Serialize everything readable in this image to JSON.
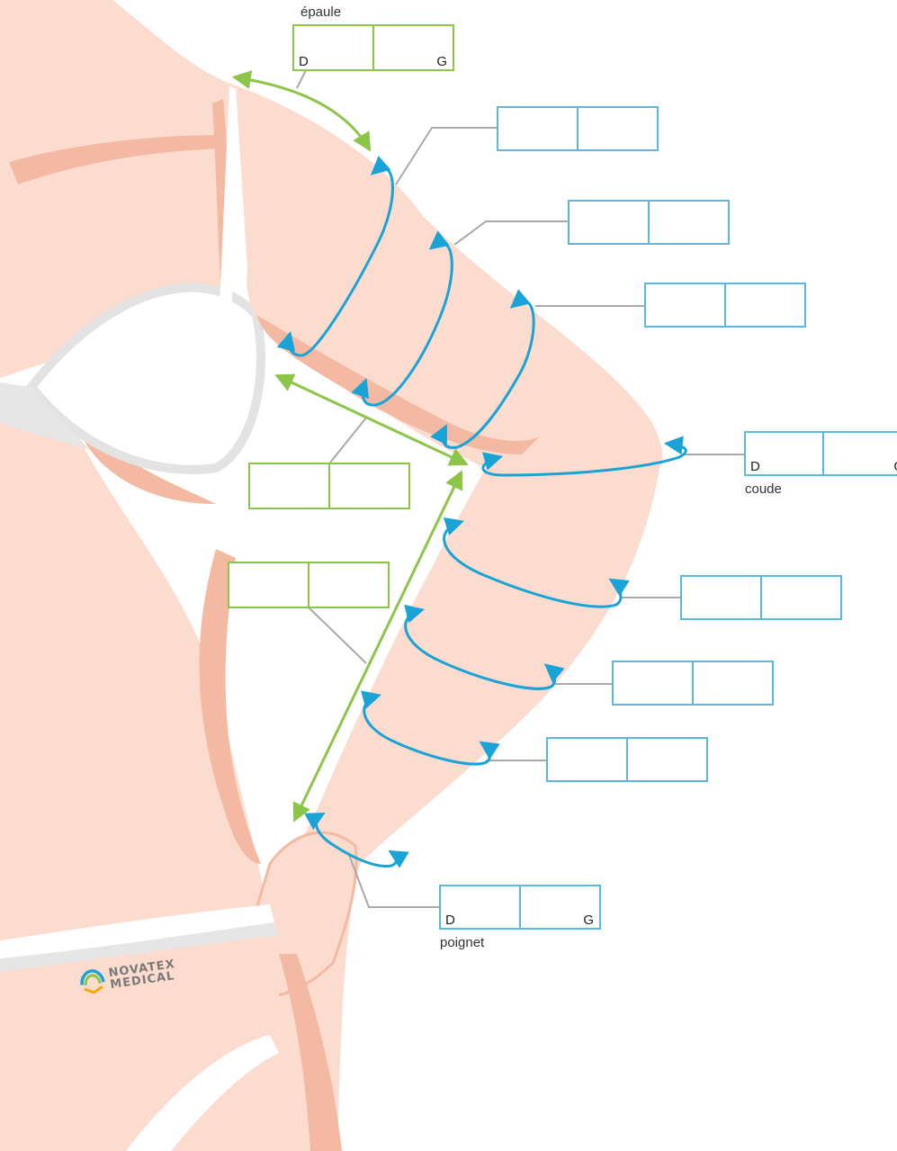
{
  "labels": {
    "shoulder": "épaule",
    "elbow": "coude",
    "wrist": "poignet",
    "right": "D",
    "left": "G"
  },
  "logo": {
    "line1": "NOVATEX",
    "line2": "MEDICAL"
  },
  "colors": {
    "circumference": "#5ab7e0",
    "length": "#8cc54a",
    "skin": "#fbdccf",
    "skin_shadow": "#f4b9a2",
    "leader": "#a9a9a9"
  }
}
